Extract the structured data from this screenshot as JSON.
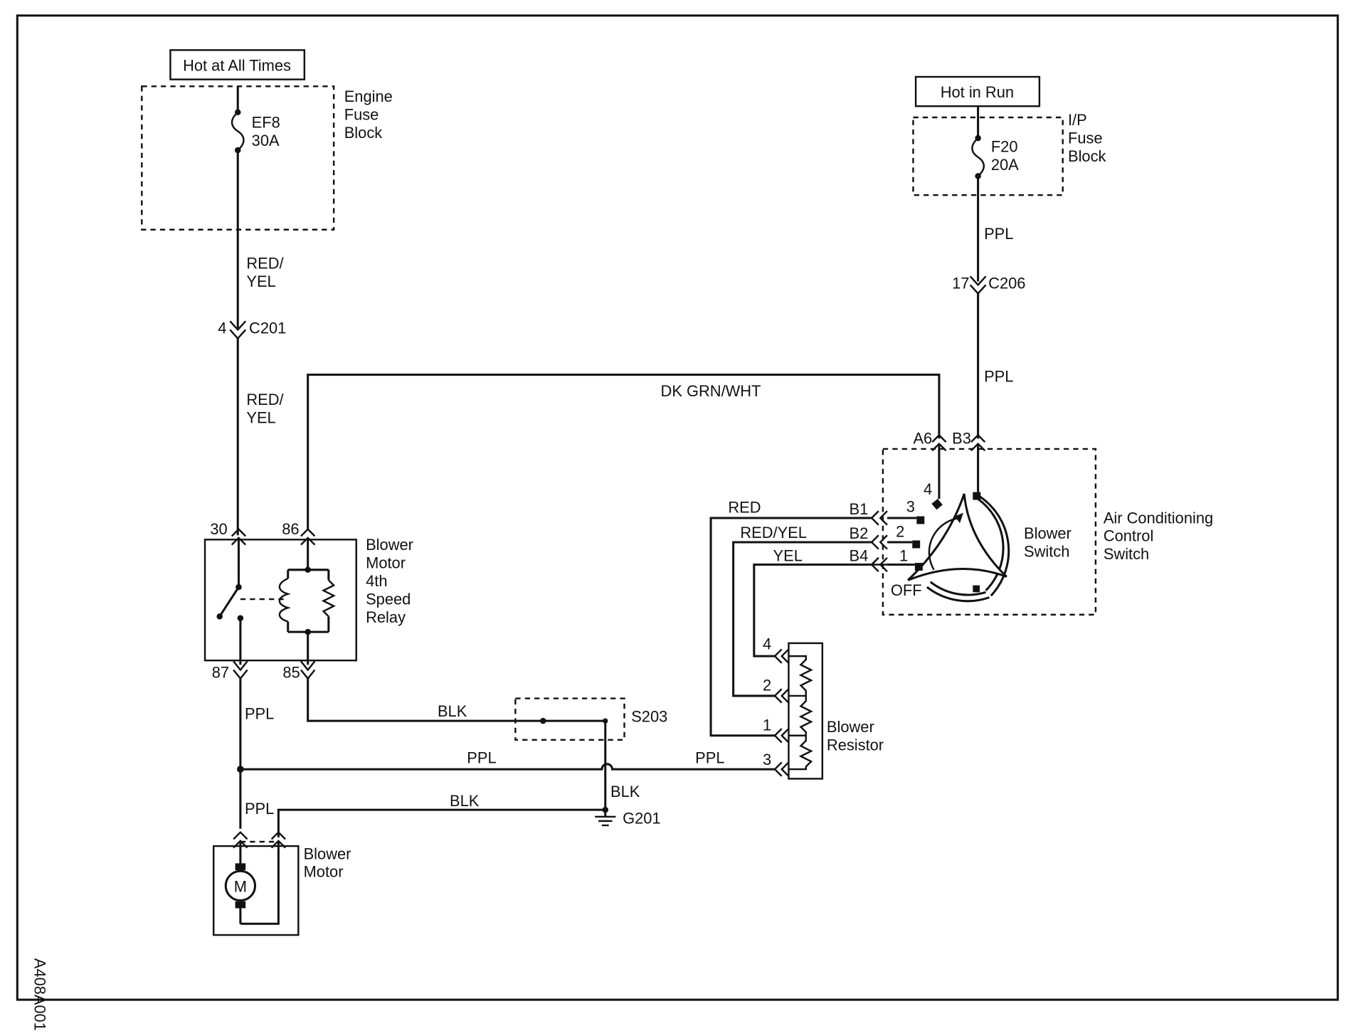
{
  "colors": {
    "ink": "#111111",
    "background": "#ffffff"
  },
  "figure_code": "A408A001",
  "power": {
    "hot_at_all_times": "Hot at All Times",
    "hot_in_run": "Hot in Run"
  },
  "engine_fuse_block": {
    "label_lines": [
      "Engine",
      "Fuse",
      "Block"
    ],
    "fuse_id": "EF8",
    "fuse_rating": "30A"
  },
  "ip_fuse_block": {
    "label_lines": [
      "I/P",
      "Fuse",
      "Block"
    ],
    "fuse_id": "F20",
    "fuse_rating": "20A"
  },
  "connectors": {
    "c201": {
      "name": "C201",
      "pin": "4"
    },
    "c206": {
      "name": "C206",
      "pin": "17"
    }
  },
  "relay": {
    "label_lines": [
      "Blower",
      "Motor",
      "4th",
      "Speed",
      "Relay"
    ],
    "pins": {
      "p30": "30",
      "p86": "86",
      "p87": "87",
      "p85": "85"
    }
  },
  "ac_control_switch": {
    "label_lines": [
      "Air Conditioning",
      "Control",
      "Switch"
    ],
    "switch_label_lines": [
      "Blower",
      "Switch"
    ],
    "pins": {
      "a6": "A6",
      "b3": "B3",
      "b1": "B1",
      "b2": "B2",
      "b4": "B4"
    },
    "positions": {
      "p4": "4",
      "p3": "3",
      "p2": "2",
      "p1": "1",
      "off": "OFF"
    }
  },
  "blower_resistor": {
    "label_lines": [
      "Blower",
      "Resistor"
    ],
    "pins": {
      "p4": "4",
      "p2": "2",
      "p1": "1",
      "p3": "3"
    }
  },
  "blower_motor": {
    "label_lines": [
      "Blower",
      "Motor"
    ],
    "symbol": "M"
  },
  "splice": {
    "name": "S203"
  },
  "ground": {
    "name": "G201"
  },
  "wires": {
    "red_yel_line1": "RED/",
    "red_yel_line2": "YEL",
    "ppl": "PPL",
    "dk_grn_wht": "DK GRN/WHT",
    "blk": "BLK",
    "red": "RED",
    "red_yel": "RED/YEL",
    "yel": "YEL"
  }
}
